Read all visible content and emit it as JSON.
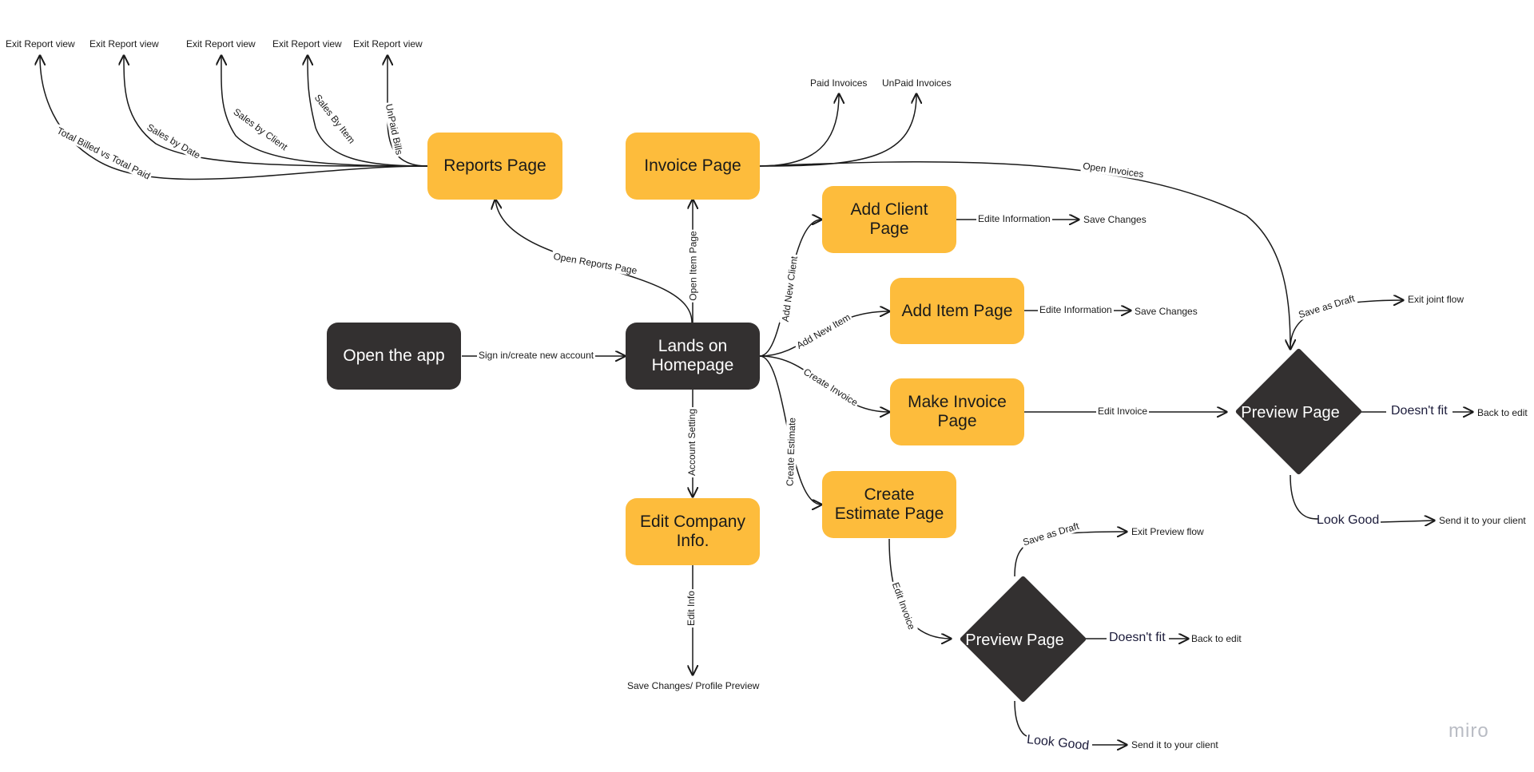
{
  "nodes": {
    "open_app": "Open the app",
    "homepage": "Lands on Homepage",
    "reports": "Reports Page",
    "invoice": "Invoice Page",
    "add_client": "Add Client Page",
    "add_item": "Add Item Page",
    "make_invoice": "Make Invoice Page",
    "create_estimate": "Create Estimate Page",
    "edit_company": "Edit Company Info.",
    "preview_main": "Preview Page",
    "preview_estimate": "Preview Page"
  },
  "edge_labels": {
    "signin": "Sign in/create new account",
    "open_reports": "Open Reports Page",
    "open_item": "Open Item Page",
    "account_setting": "Account Setting",
    "add_new_client": "Add New Client",
    "add_new_item": "Add New Item",
    "create_invoice": "Create Invoice",
    "create_estimate": "Create Estimate",
    "edit_info": "Edit Info",
    "edit_invoice_h": "Edit Invoice",
    "edit_invoice_v": "Edit Invoice",
    "open_invoices": "Open Invoices",
    "edite_info_client": "Edite Information",
    "edite_info_item": "Edite Information",
    "total_billed": "Total Billed vs Total Paid",
    "sales_by_date": "Sales by Date",
    "sales_by_client": "Sales by Client",
    "sales_by_item": "Sales By Item",
    "unpaid_bills": "UnPaid Bills",
    "save_as_draft_main": "Save as Draft",
    "save_as_draft_est": "Save as Draft",
    "doesnt_fit_main": "Doesn't fit",
    "doesnt_fit_est": "Doesn't fit",
    "look_good_main": "Look Good",
    "look_good_est": "Look Good"
  },
  "targets": {
    "exit_report_1": "Exit Report view",
    "exit_report_2": "Exit Report view",
    "exit_report_3": "Exit Report view",
    "exit_report_4": "Exit Report view",
    "exit_report_5": "Exit Report view",
    "paid_invoices": "Paid Invoices",
    "unpaid_invoices": "UnPaid Invoices",
    "save_changes_client": "Save Changes",
    "save_changes_item": "Save Changes",
    "save_changes_profile": "Save Changes/ Profile Preview",
    "exit_joint_flow": "Exit joint flow",
    "back_to_edit_main": "Back to edit",
    "send_client_main": "Send it to your client",
    "exit_preview_flow": "Exit Preview flow",
    "back_to_edit_est": "Back to edit",
    "send_client_est": "Send it to your client"
  },
  "brand": {
    "logo": "miro"
  },
  "colors": {
    "process_node": "#fdbc3c",
    "terminal_node": "#333030",
    "edge": "#1a1a1a",
    "logo": "#b9bcc4"
  }
}
